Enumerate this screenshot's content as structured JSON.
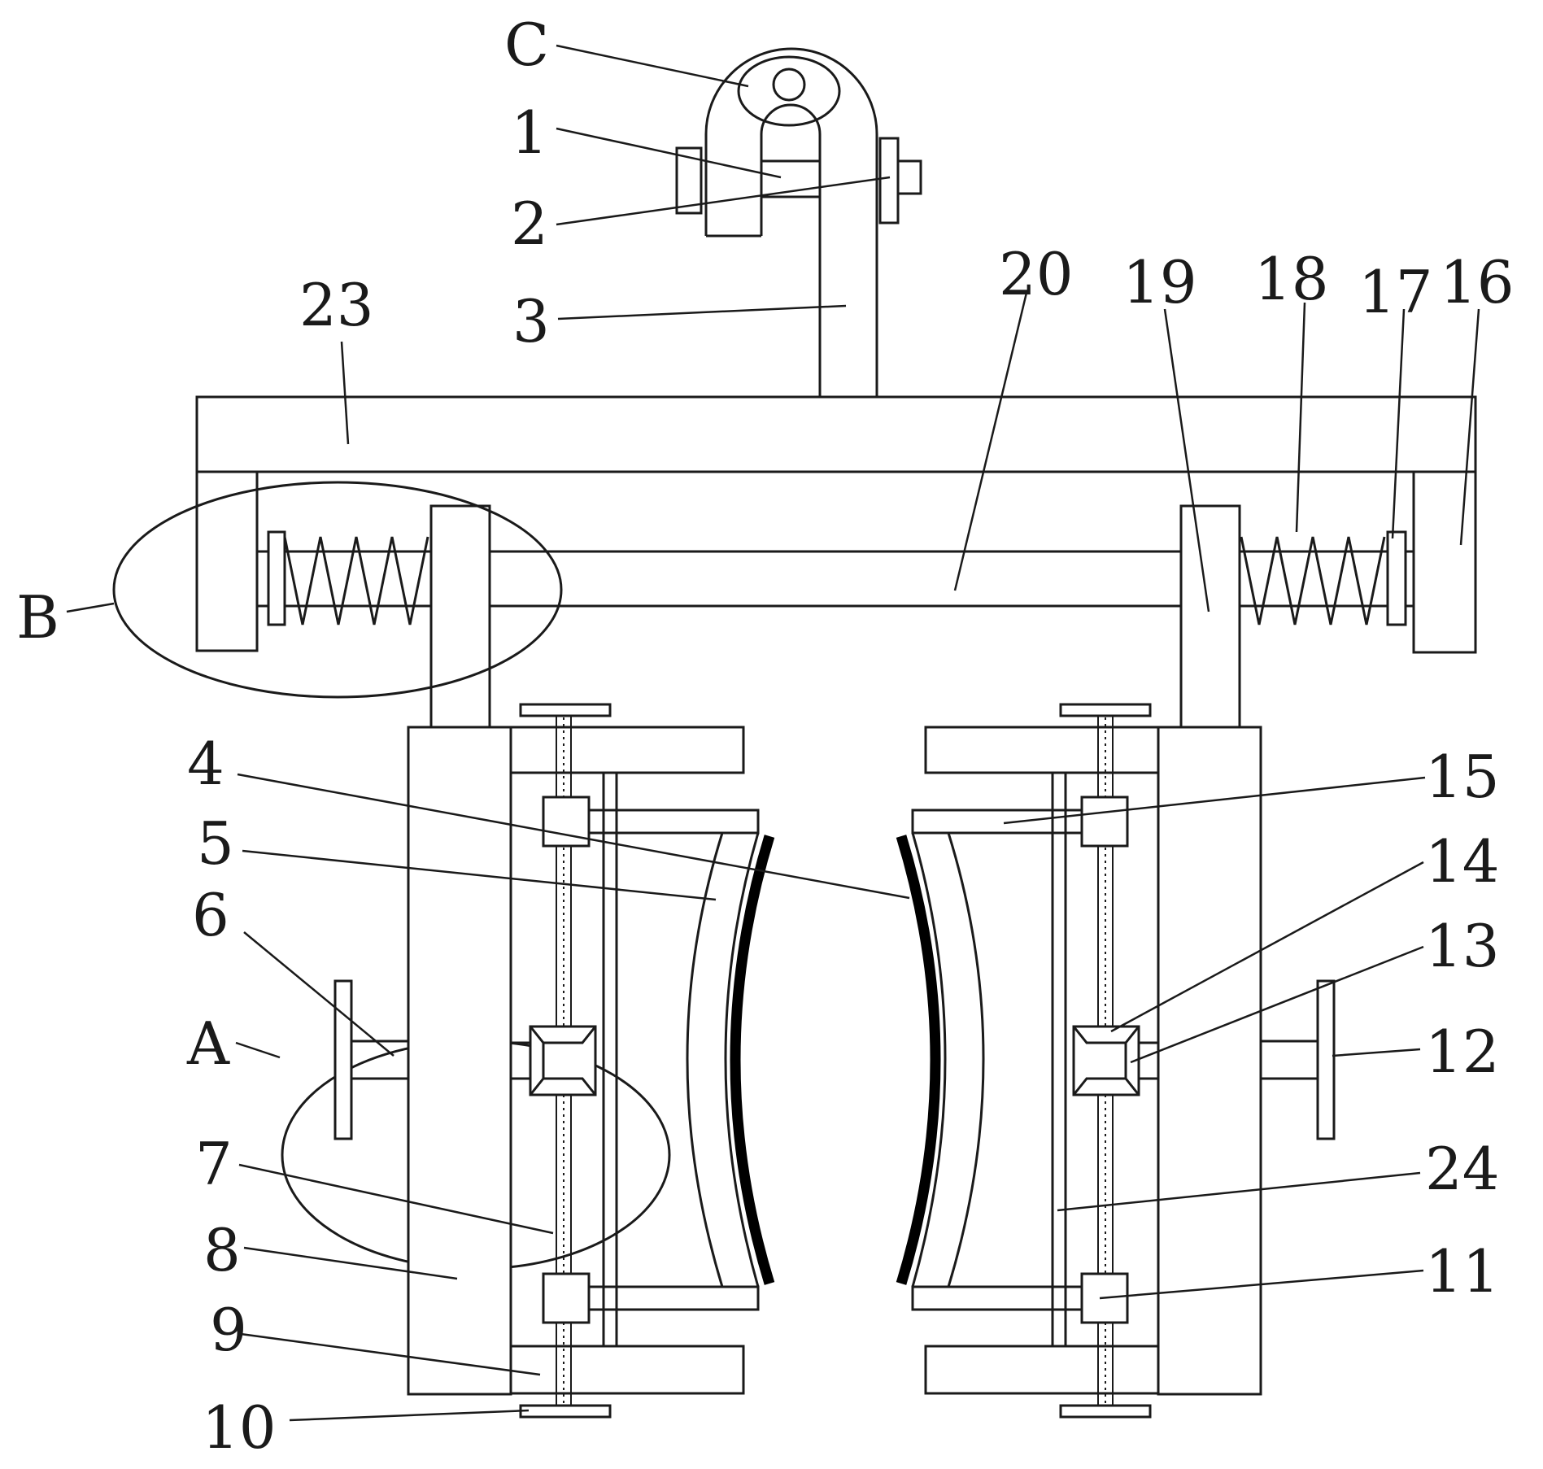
{
  "labels": {
    "C": "C",
    "n1": "1",
    "n2": "2",
    "n3": "3",
    "n23": "23",
    "n20": "20",
    "n19": "19",
    "n18": "18",
    "n17": "17",
    "n16": "16",
    "B": "B",
    "n4": "4",
    "n5": "5",
    "n6": "6",
    "A": "A",
    "n7": "7",
    "n8": "8",
    "n9": "9",
    "n10": "10",
    "n15": "15",
    "n14": "14",
    "n13": "13",
    "n12": "12",
    "n24": "24",
    "n11": "11"
  }
}
